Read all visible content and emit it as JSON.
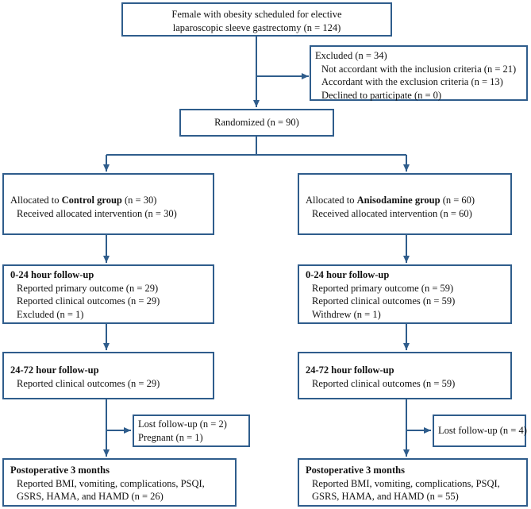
{
  "enrollment": {
    "line1": "Female with obesity scheduled for elective",
    "line2": "laparoscopic sleeve gastrectomy (n = 124)"
  },
  "excluded": {
    "title": "Excluded (n = 34)",
    "items": [
      "Not accordant with the inclusion criteria (n = 21)",
      "Accordant with the exclusion criteria (n = 13)",
      "Declined to participate (n = 0)"
    ]
  },
  "randomized": "Randomized (n = 90)",
  "control": {
    "alloc_prefix": "Allocated to ",
    "alloc_group": "Control group",
    "alloc_suffix": "  (n = 30)",
    "alloc_item": "Received allocated intervention (n = 30)",
    "fu1_title": "0-24 hour follow-up",
    "fu1_items": [
      "Reported primary outcome (n = 29)",
      "Reported clinical outcomes (n = 29)",
      "Excluded (n = 1)"
    ],
    "fu2_title": "24-72 hour follow-up",
    "fu2_items": [
      "Reported clinical outcomes (n = 29)"
    ],
    "lost_items": [
      "Lost follow-up (n = 2)",
      "Pregnant  (n = 1)"
    ],
    "m3_title": "Postoperative 3 months",
    "m3_items": [
      "Reported BMI, vomiting, complications, PSQI,",
      "GSRS, HAMA, and HAMD (n = 26)"
    ]
  },
  "aniso": {
    "alloc_prefix": "Allocated to ",
    "alloc_group": "Anisodamine group",
    "alloc_suffix": " (n = 60)",
    "alloc_item": "Received allocated intervention (n = 60)",
    "fu1_title": "0-24 hour follow-up",
    "fu1_items": [
      "Reported primary outcome (n = 59)",
      "Reported clinical outcomes (n = 59)",
      "Withdrew (n = 1)"
    ],
    "fu2_title": "24-72 hour follow-up",
    "fu2_items": [
      "Reported clinical outcomes (n = 59)"
    ],
    "lost_items": [
      "Lost follow-up (n = 4)"
    ],
    "m3_title": "Postoperative 3 months",
    "m3_items": [
      "Reported BMI, vomiting, complications, PSQI,",
      "GSRS, HAMA, and HAMD (n = 55)"
    ]
  },
  "colors": {
    "box_border": "#2f5d8c",
    "arrow": "#2f5d8c",
    "text": "#111111"
  }
}
